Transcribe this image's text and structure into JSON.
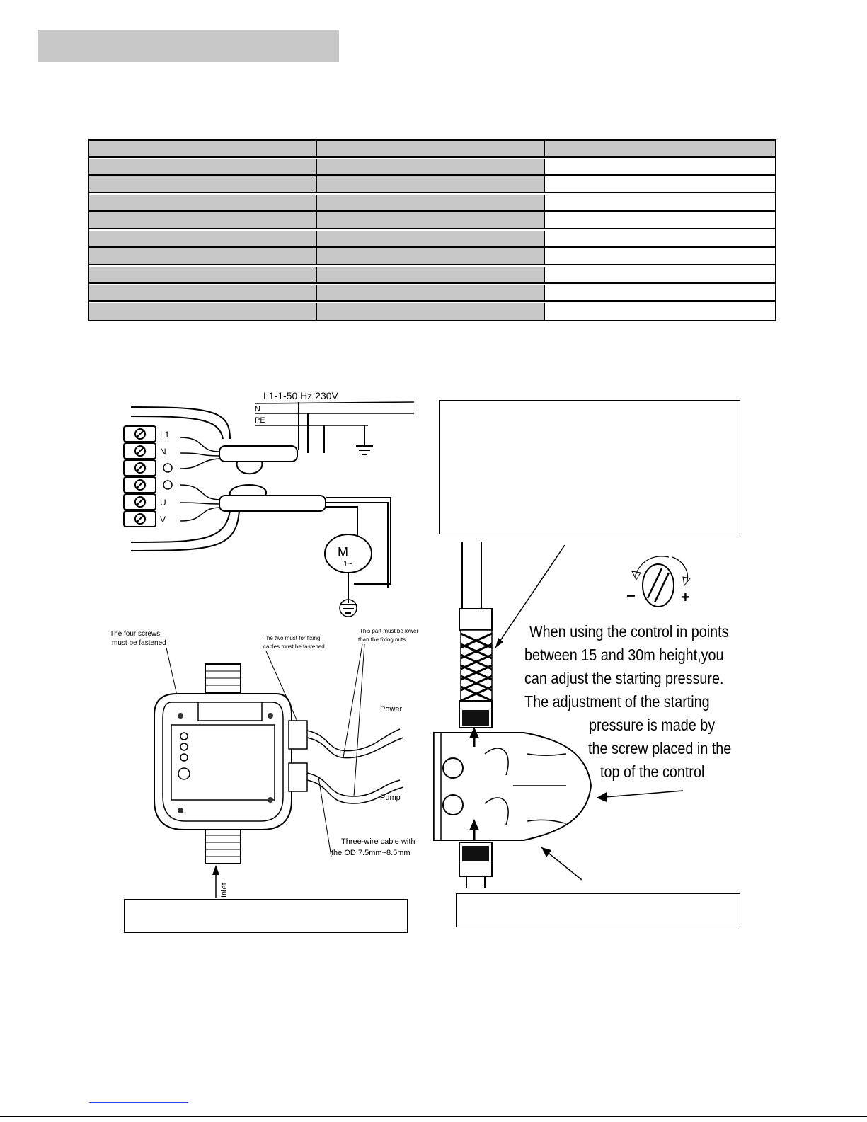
{
  "supply": {
    "label": "L1-1-50 Hz  230V",
    "neutral": "N",
    "earth": "PE"
  },
  "terminals": [
    "L1",
    "N",
    "",
    "",
    "U",
    "V"
  ],
  "motor": {
    "symbol": "M",
    "phase": "1~"
  },
  "device_notes": {
    "screws": [
      "The four screws",
      "must be fastened"
    ],
    "cable_nuts": [
      "The two must for fixing",
      "cables must be fastened"
    ],
    "lower_part": [
      "This part must be lower",
      "than the fixing nuts."
    ],
    "power": "Power",
    "pump": "Pump",
    "cable": [
      "Three-wire cable with",
      "the OD 7.5mm~8.5mm"
    ],
    "inlet": "Inlet"
  },
  "adjustment": {
    "minus": "−",
    "plus": "+",
    "lines": [
      "When using the control in points",
      "between 15 and 30m height,you",
      "can adjust the starting pressure.",
      "The adjustment of the starting",
      "pressure is made by",
      "the screw placed in the",
      "top of the control"
    ]
  }
}
